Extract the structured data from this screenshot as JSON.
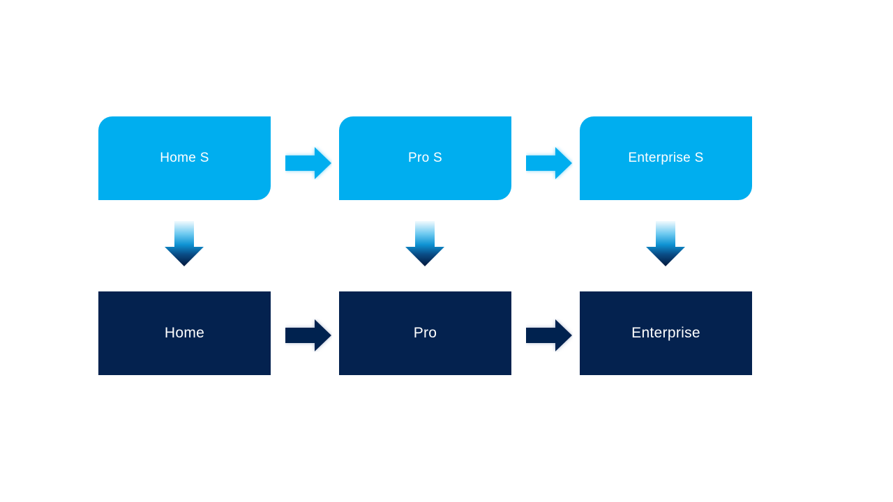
{
  "diagram": {
    "kind": "process-upgrade-flow",
    "rows": {
      "top": {
        "shape": "round-diagonal-corner-rectangle",
        "fill": "#00AEEF",
        "items": [
          {
            "label": "Home S"
          },
          {
            "label": "Pro S"
          },
          {
            "label": "Enterprise S"
          }
        ]
      },
      "bottom": {
        "shape": "rectangle",
        "fill": "#04224F",
        "items": [
          {
            "label": "Home"
          },
          {
            "label": "Pro"
          },
          {
            "label": "Enterprise"
          }
        ]
      }
    },
    "colors": {
      "light_blue": "#00AEEF",
      "navy": "#04224F",
      "text": "#FFFFFF",
      "background": "#FFFFFF"
    },
    "connector_icons": {
      "horizontal": "right-arrow-icon",
      "vertical": "down-arrow-icon"
    }
  }
}
